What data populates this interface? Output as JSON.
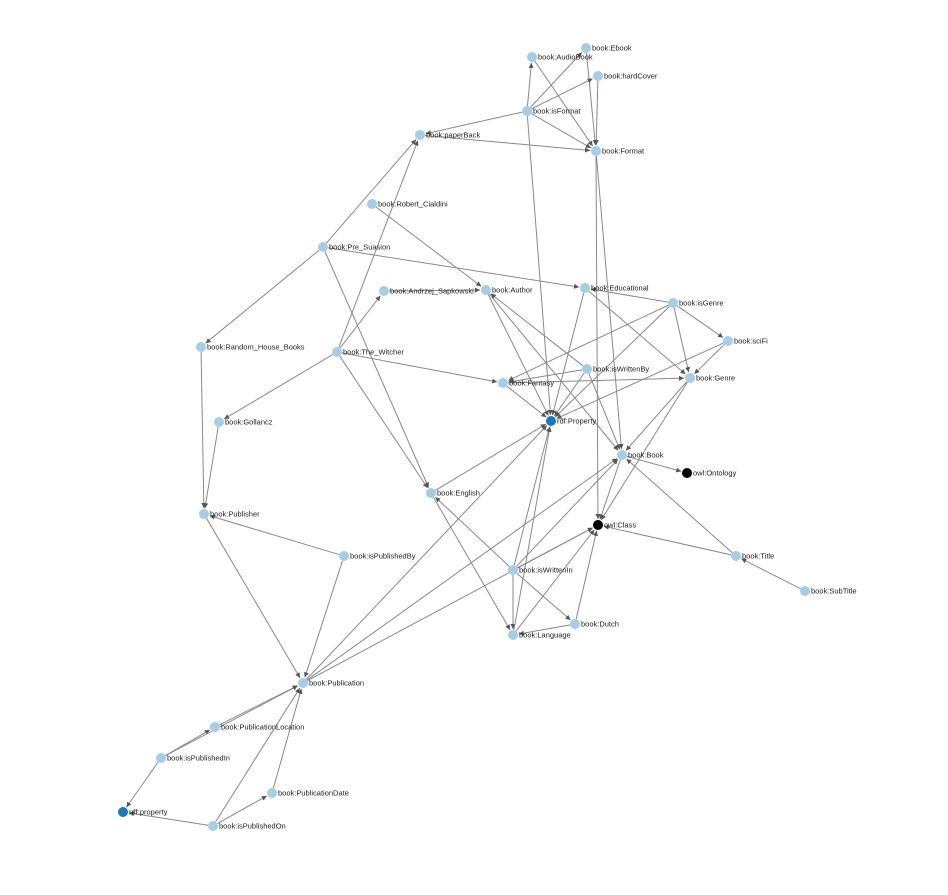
{
  "colors": {
    "class_node": "#a6cde3",
    "property_node": "#1f78b4",
    "meta_node": "#000000",
    "edge": "#8a8a8a"
  },
  "nodes": [
    {
      "id": "Ebook",
      "label": "book:Ebook",
      "kind": "class"
    },
    {
      "id": "AudioBook",
      "label": "book:AudioBook",
      "kind": "class"
    },
    {
      "id": "hardCover",
      "label": "book:hardCover",
      "kind": "class"
    },
    {
      "id": "isFormat",
      "label": "book:isFormat",
      "kind": "class"
    },
    {
      "id": "paperBack",
      "label": "book:paperBack",
      "kind": "class"
    },
    {
      "id": "Format",
      "label": "book:Format",
      "kind": "class"
    },
    {
      "id": "Robert",
      "label": "book:Robert_Cialdini",
      "kind": "class"
    },
    {
      "id": "PreSuasion",
      "label": "book:Pre_Suasion",
      "kind": "class"
    },
    {
      "id": "Andrzej",
      "label": "book:Andrzej_Sapkowski",
      "kind": "class"
    },
    {
      "id": "Author",
      "label": "book:Author",
      "kind": "class"
    },
    {
      "id": "Educational",
      "label": "book:Educational",
      "kind": "class"
    },
    {
      "id": "isGenre",
      "label": "book:isGenre",
      "kind": "class"
    },
    {
      "id": "sciFi",
      "label": "book:sciFi",
      "kind": "class"
    },
    {
      "id": "RandomHouse",
      "label": "book:Random_House_Books",
      "kind": "class"
    },
    {
      "id": "Witcher",
      "label": "book:The_Witcher",
      "kind": "class"
    },
    {
      "id": "isWrittenBy",
      "label": "book:isWrittenBy",
      "kind": "class"
    },
    {
      "id": "Fantasy",
      "label": "book:Fantasy",
      "kind": "class"
    },
    {
      "id": "Genre",
      "label": "book:Genre",
      "kind": "class"
    },
    {
      "id": "Gollancz",
      "label": "book:Gollancz",
      "kind": "class"
    },
    {
      "id": "rdfProperty",
      "label": "rdf:Property",
      "kind": "property"
    },
    {
      "id": "Book",
      "label": "book:Book",
      "kind": "class"
    },
    {
      "id": "Ontology",
      "label": "owl:Ontology",
      "kind": "meta"
    },
    {
      "id": "English",
      "label": "book:English",
      "kind": "class"
    },
    {
      "id": "Publisher",
      "label": "book:Publisher",
      "kind": "class"
    },
    {
      "id": "owlClass",
      "label": "owl:Class",
      "kind": "meta"
    },
    {
      "id": "isPublishedBy",
      "label": "book:isPublishedBy",
      "kind": "class"
    },
    {
      "id": "Title",
      "label": "book:Title",
      "kind": "class"
    },
    {
      "id": "isWrittenIn",
      "label": "book:isWrittenIn",
      "kind": "class"
    },
    {
      "id": "SubTitle",
      "label": "book:SubTitle",
      "kind": "class"
    },
    {
      "id": "Dutch",
      "label": "book:Dutch",
      "kind": "class"
    },
    {
      "id": "Language",
      "label": "book:Language",
      "kind": "class"
    },
    {
      "id": "Publication",
      "label": "book:Publication",
      "kind": "class"
    },
    {
      "id": "PublicationLocation",
      "label": "book:PublicationLocation",
      "kind": "class"
    },
    {
      "id": "isPublishedIn",
      "label": "book:isPublishedIn",
      "kind": "class"
    },
    {
      "id": "PublicationDate",
      "label": "book:PublicationDate",
      "kind": "class"
    },
    {
      "id": "rdfpropLower",
      "label": "rdf:property",
      "kind": "property"
    },
    {
      "id": "isPublishedOn",
      "label": "book:isPublishedOn",
      "kind": "class"
    }
  ],
  "edges": [
    {
      "from": "Ebook",
      "to": "Format"
    },
    {
      "from": "AudioBook",
      "to": "Format"
    },
    {
      "from": "hardCover",
      "to": "Format"
    },
    {
      "from": "isFormat",
      "to": "Format"
    },
    {
      "from": "isFormat",
      "to": "AudioBook"
    },
    {
      "from": "isFormat",
      "to": "Ebook"
    },
    {
      "from": "isFormat",
      "to": "hardCover"
    },
    {
      "from": "isFormat",
      "to": "paperBack"
    },
    {
      "from": "isFormat",
      "to": "rdfProperty"
    },
    {
      "from": "paperBack",
      "to": "Format"
    },
    {
      "from": "Format",
      "to": "Book"
    },
    {
      "from": "Format",
      "to": "owlClass"
    },
    {
      "from": "PreSuasion",
      "to": "paperBack"
    },
    {
      "from": "PreSuasion",
      "to": "RandomHouse"
    },
    {
      "from": "PreSuasion",
      "to": "Educational"
    },
    {
      "from": "PreSuasion",
      "to": "English"
    },
    {
      "from": "Robert",
      "to": "Author"
    },
    {
      "from": "Witcher",
      "to": "paperBack"
    },
    {
      "from": "Witcher",
      "to": "Andrzej"
    },
    {
      "from": "Witcher",
      "to": "Fantasy"
    },
    {
      "from": "Witcher",
      "to": "Gollancz"
    },
    {
      "from": "Witcher",
      "to": "English"
    },
    {
      "from": "Andrzej",
      "to": "Author"
    },
    {
      "from": "Author",
      "to": "Book"
    },
    {
      "from": "Author",
      "to": "rdfProperty"
    },
    {
      "from": "Educational",
      "to": "Genre"
    },
    {
      "from": "Educational",
      "to": "rdfProperty"
    },
    {
      "from": "isGenre",
      "to": "Educational"
    },
    {
      "from": "isGenre",
      "to": "sciFi"
    },
    {
      "from": "isGenre",
      "to": "Genre"
    },
    {
      "from": "isGenre",
      "to": "Fantasy"
    },
    {
      "from": "isGenre",
      "to": "rdfProperty"
    },
    {
      "from": "sciFi",
      "to": "Genre"
    },
    {
      "from": "sciFi",
      "to": "rdfProperty"
    },
    {
      "from": "isWrittenBy",
      "to": "Author"
    },
    {
      "from": "isWrittenBy",
      "to": "Book"
    },
    {
      "from": "isWrittenBy",
      "to": "rdfProperty"
    },
    {
      "from": "isWrittenBy",
      "to": "Fantasy"
    },
    {
      "from": "Fantasy",
      "to": "Genre"
    },
    {
      "from": "Fantasy",
      "to": "rdfProperty"
    },
    {
      "from": "Genre",
      "to": "Book"
    },
    {
      "from": "Genre",
      "to": "owlClass"
    },
    {
      "from": "RandomHouse",
      "to": "Publisher"
    },
    {
      "from": "Gollancz",
      "to": "Publisher"
    },
    {
      "from": "Book",
      "to": "Ontology"
    },
    {
      "from": "Book",
      "to": "owlClass"
    },
    {
      "from": "English",
      "to": "Language"
    },
    {
      "from": "English",
      "to": "rdfProperty"
    },
    {
      "from": "isPublishedBy",
      "to": "Publisher"
    },
    {
      "from": "isPublishedBy",
      "to": "Publication"
    },
    {
      "from": "Publisher",
      "to": "Publication"
    },
    {
      "from": "isWrittenIn",
      "to": "English"
    },
    {
      "from": "isWrittenIn",
      "to": "Dutch"
    },
    {
      "from": "isWrittenIn",
      "to": "Language"
    },
    {
      "from": "isWrittenIn",
      "to": "rdfProperty"
    },
    {
      "from": "isWrittenIn",
      "to": "owlClass"
    },
    {
      "from": "isWrittenIn",
      "to": "Book"
    },
    {
      "from": "Dutch",
      "to": "Language"
    },
    {
      "from": "Dutch",
      "to": "owlClass"
    },
    {
      "from": "Language",
      "to": "owlClass"
    },
    {
      "from": "Language",
      "to": "rdfProperty"
    },
    {
      "from": "Title",
      "to": "Book"
    },
    {
      "from": "Title",
      "to": "owlClass"
    },
    {
      "from": "SubTitle",
      "to": "Title"
    },
    {
      "from": "Publication",
      "to": "Book"
    },
    {
      "from": "Publication",
      "to": "rdfProperty"
    },
    {
      "from": "Publication",
      "to": "owlClass"
    },
    {
      "from": "PublicationLocation",
      "to": "Publication"
    },
    {
      "from": "isPublishedIn",
      "to": "PublicationLocation"
    },
    {
      "from": "isPublishedIn",
      "to": "rdfpropLower"
    },
    {
      "from": "isPublishedIn",
      "to": "Publication"
    },
    {
      "from": "PublicationDate",
      "to": "Publication"
    },
    {
      "from": "isPublishedOn",
      "to": "PublicationDate"
    },
    {
      "from": "isPublishedOn",
      "to": "rdfpropLower"
    },
    {
      "from": "isPublishedOn",
      "to": "Publication"
    }
  ]
}
